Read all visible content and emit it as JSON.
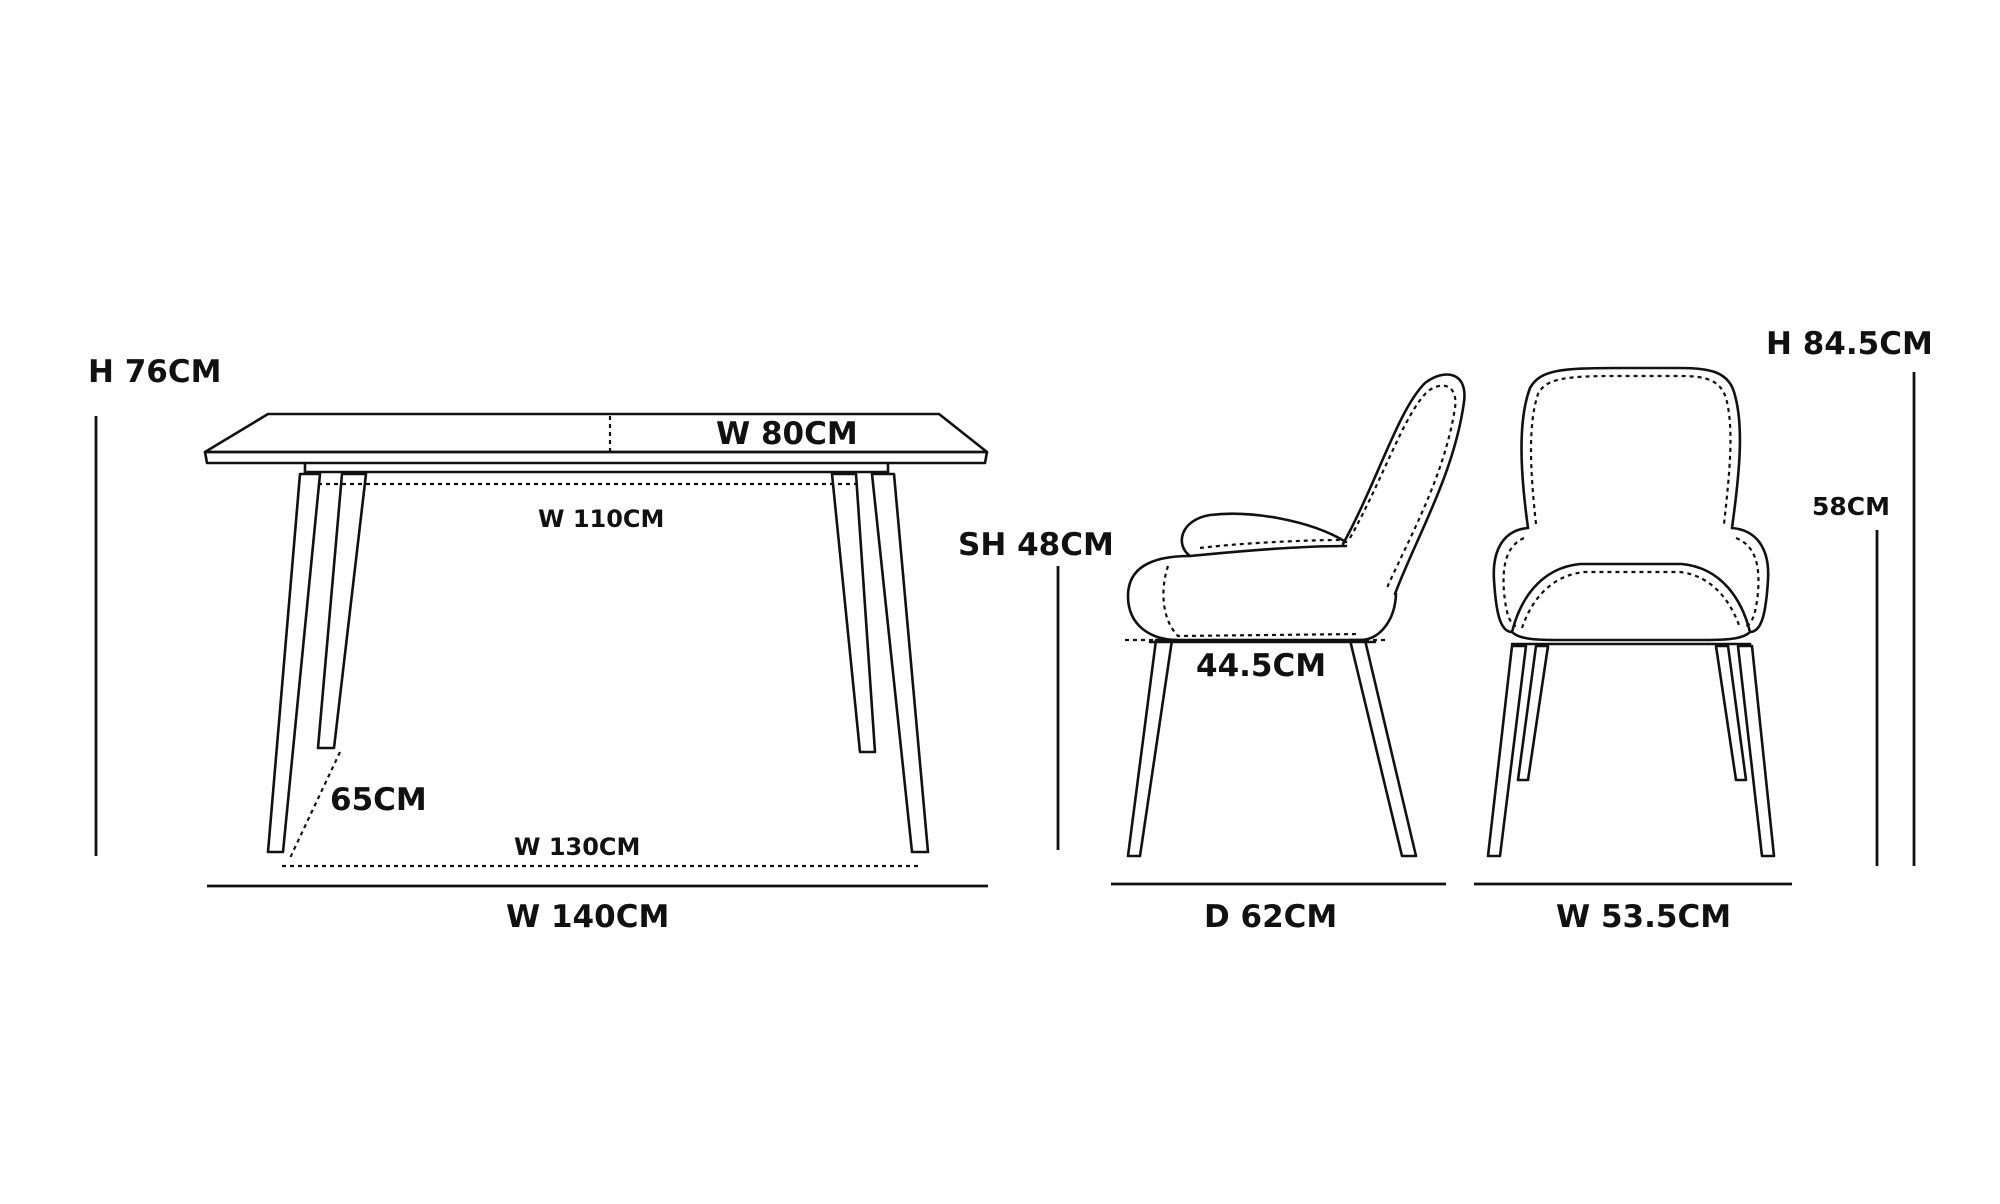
{
  "table": {
    "height_label": "H 76CM",
    "depth_label": "W 80CM",
    "apron_width_label": "W 110CM",
    "leg_spread_label": "65CM",
    "foot_width_label": "W 130CM",
    "width_label": "W 140CM"
  },
  "chair_side": {
    "seat_height_label": "SH 48CM",
    "seat_depth_label": "44.5CM",
    "depth_label": "D 62CM"
  },
  "chair_front": {
    "height_label": "H 84.5CM",
    "arm_height_label": "58CM",
    "width_label": "W 53.5CM"
  },
  "colors": {
    "line": "#111111",
    "background": "#ffffff"
  }
}
